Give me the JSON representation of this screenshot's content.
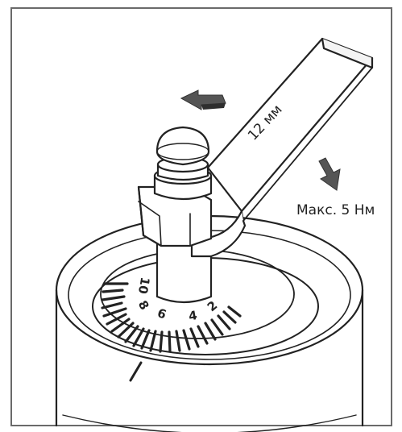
{
  "labels": {
    "wrench_size": "12 мм",
    "max_torque": "Макс. 5 Нм"
  },
  "dial": {
    "numbers": [
      "10",
      "8",
      "6",
      "4",
      "2"
    ]
  },
  "colors": {
    "frame": "#6a6a6a",
    "line": "#222222",
    "arrow": "#555555",
    "background": "#ffffff"
  },
  "icons": [
    "arrow-left-icon",
    "arrow-down-right-icon"
  ]
}
